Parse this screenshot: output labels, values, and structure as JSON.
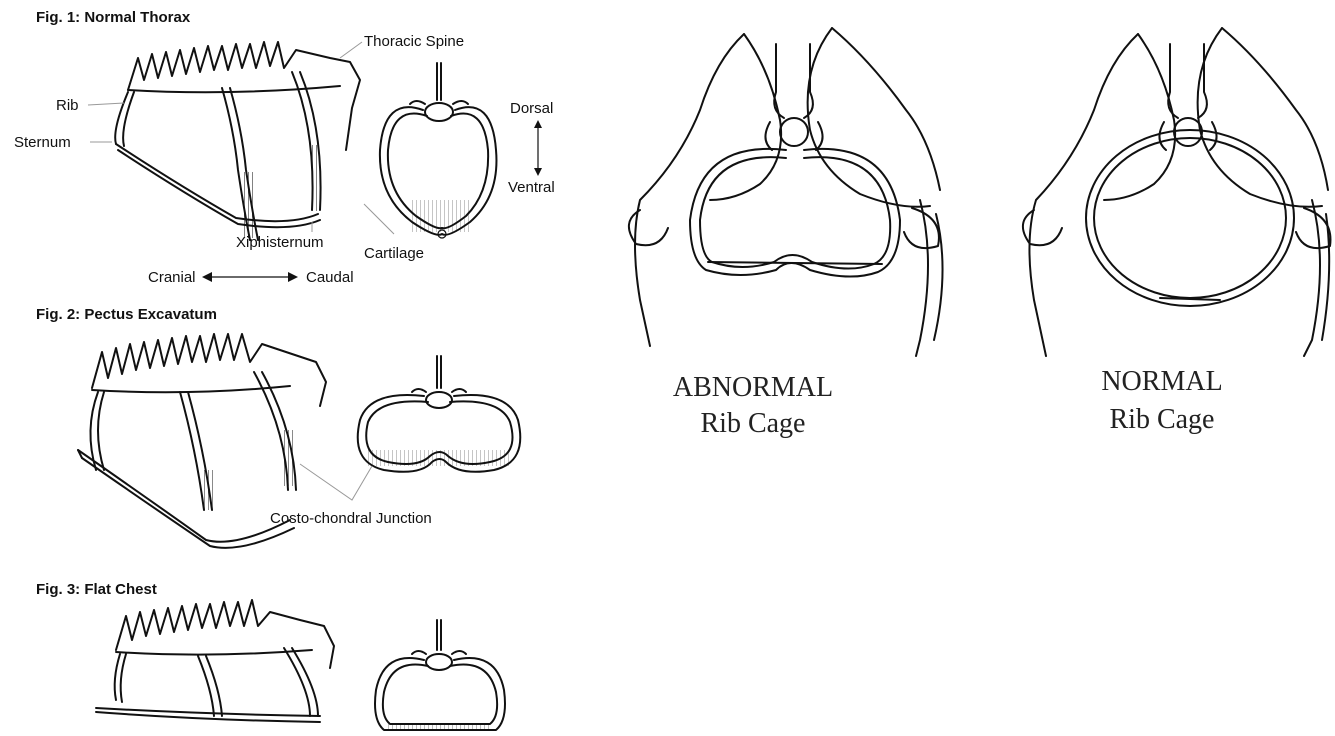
{
  "left_panel": {
    "fig1": {
      "title": "Fig. 1: Normal Thorax",
      "labels": {
        "thoracic_spine": "Thoracic Spine",
        "rib": "Rib",
        "sternum": "Sternum",
        "dorsal": "Dorsal",
        "ventral": "Ventral",
        "xiphisternum": "Xiphisternum",
        "cartilage": "Cartilage",
        "cranial": "Cranial",
        "caudal": "Caudal"
      }
    },
    "fig2": {
      "title": "Fig. 2: Pectus Excavatum",
      "labels": {
        "junction": "Costo-chondral Junction"
      }
    },
    "fig3": {
      "title": "Fig. 3: Flat Chest"
    }
  },
  "right_panel": {
    "abnormal": {
      "line1": "ABNORMAL",
      "line2": "Rib Cage"
    },
    "normal": {
      "line1": "NORMAL",
      "line2": "Rib Cage"
    }
  }
}
